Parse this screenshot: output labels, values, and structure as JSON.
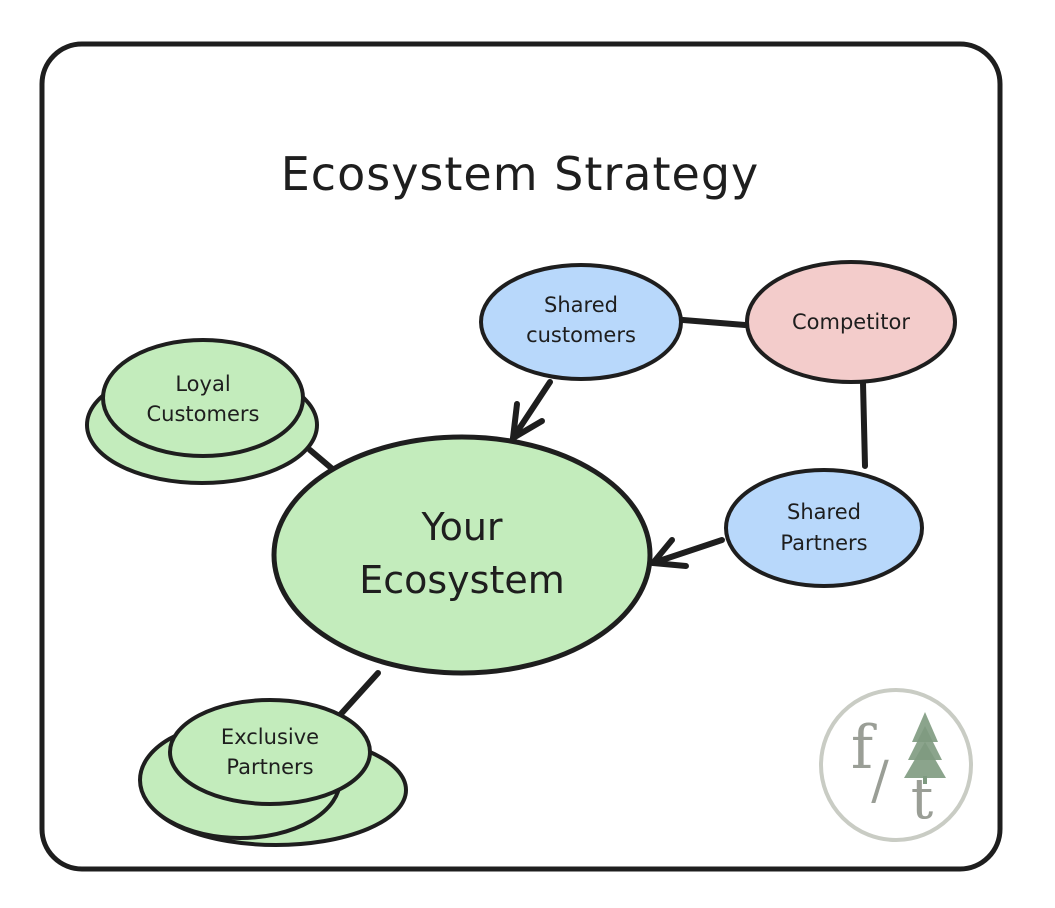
{
  "title": "Ecosystem Strategy",
  "nodes": {
    "your_ecosystem": {
      "line1": "Your",
      "line2": "Ecosystem"
    },
    "loyal_customers": {
      "line1": "Loyal",
      "line2": "Customers"
    },
    "exclusive_partners": {
      "line1": "Exclusive",
      "line2": "Partners"
    },
    "shared_customers": {
      "line1": "Shared",
      "line2": "customers"
    },
    "competitor": {
      "line1": "Competitor"
    },
    "shared_partners": {
      "line1": "Shared",
      "line2": "Partners"
    }
  },
  "logo": {
    "left": "f",
    "slash": "/",
    "right": "t"
  },
  "colors": {
    "green": "#c3ecbc",
    "blue": "#b8d8fb",
    "pink": "#f3cccb",
    "stroke": "#1e1e1e",
    "logo": "#c9ccc4",
    "tree": "#7e9a80"
  }
}
